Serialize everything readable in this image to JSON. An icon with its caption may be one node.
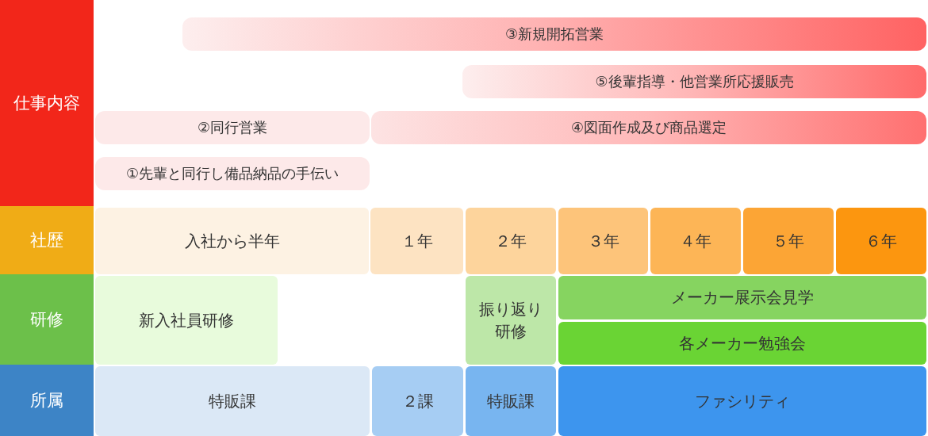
{
  "diagram": {
    "nodes": [
      {
        "text": [
          "仕事内容"
        ]
      },
      {
        "text": [
          "③新規開拓営業"
        ]
      },
      {
        "text": [
          "⑤後輩指導・他営業所応援販売"
        ]
      },
      {
        "text": [
          "②同行営業"
        ]
      },
      {
        "text": [
          "④図面作成及び商品選定"
        ]
      },
      {
        "text": [
          "①先輩と同行し備品納品の手伝い"
        ]
      },
      {
        "text": [
          "社歴"
        ]
      },
      {
        "text": [
          "入社から半年"
        ]
      },
      {
        "text": [
          "１年"
        ]
      },
      {
        "text": [
          "２年"
        ]
      },
      {
        "text": [
          "３年"
        ]
      },
      {
        "text": [
          "４年"
        ]
      },
      {
        "text": [
          "５年"
        ]
      },
      {
        "text": [
          "６年"
        ]
      },
      {
        "text": [
          "研修"
        ]
      },
      {
        "text": [
          "新入社員研修"
        ]
      },
      {
        "text": [
          "振り返り研修"
        ]
      },
      {
        "text": [
          "メーカー展示会見学"
        ]
      },
      {
        "text": [
          "各メーカー勉強会"
        ]
      },
      {
        "text": [
          "所属"
        ]
      },
      {
        "text": [
          "特販課"
        ]
      },
      {
        "text": [
          "２課"
        ]
      },
      {
        "text": [
          "特販課"
        ]
      },
      {
        "text": [
          "ファシリティ"
        ]
      }
    ]
  }
}
